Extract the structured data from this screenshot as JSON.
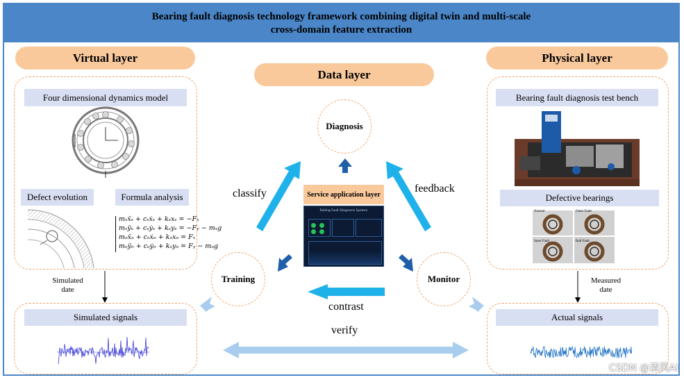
{
  "title": {
    "line1": "Bearing fault diagnosis technology framework combining digital twin and multi-scale",
    "line2": "cross-domain feature extraction"
  },
  "layers": {
    "virtual": "Virtual layer",
    "data": "Data layer",
    "physical": "Physical layer"
  },
  "virtual": {
    "model_label": "Four dimensional dynamics model",
    "defect_label": "Defect evolution",
    "formula_label": "Formula analysis",
    "formula_lines": [
      "mₓẍₛ + cₛẋₛ + kₛxₛ = −Fₓ",
      "mₓÿₛ + cₛẏₛ + kₛyₛ = −Fᵧ − mₓg",
      "mₒẍₒ + cₒẋₒ + kₒxₒ = Fₓ",
      "mₒÿₒ + cₒẏₒ + kₒyₒ = Fᵧ − mₒg"
    ],
    "flow_label_line1": "Simulated",
    "flow_label_line2": "date",
    "signals_label": "Simulated signals"
  },
  "physical": {
    "bench_label": "Bearing fault diagnosis test bench",
    "defective_label": "Defective bearings",
    "bearing_types": [
      "Normal",
      "Outer Fault",
      "Inner Fault",
      "Ball Fault"
    ],
    "flow_label_line1": "Measured",
    "flow_label_line2": "date",
    "signals_label": "Actual signals"
  },
  "nodes": {
    "diagnosis": "Diagnosis",
    "training": "Training",
    "monitor": "Monitor"
  },
  "service": {
    "label": "Service application layer",
    "screen_title": "Rolling Fault Diagnosis System"
  },
  "arrows": {
    "classify": "classify",
    "feedback": "feedback",
    "contrast": "contrast",
    "verify": "verify"
  },
  "watermark": "CSDN @清风AI",
  "colors": {
    "title_bar": "#4a86c8",
    "pill": "#f9c99c",
    "dashed_border": "#f2a46a",
    "label_box": "#d9dff2",
    "arrow_cyan": "#1fb2ea",
    "arrow_light": "#a9cdef",
    "arrow_dark": "#1f5fa9",
    "sim_signal": "#3a3ad6",
    "real_signal": "#1a6fc4"
  }
}
